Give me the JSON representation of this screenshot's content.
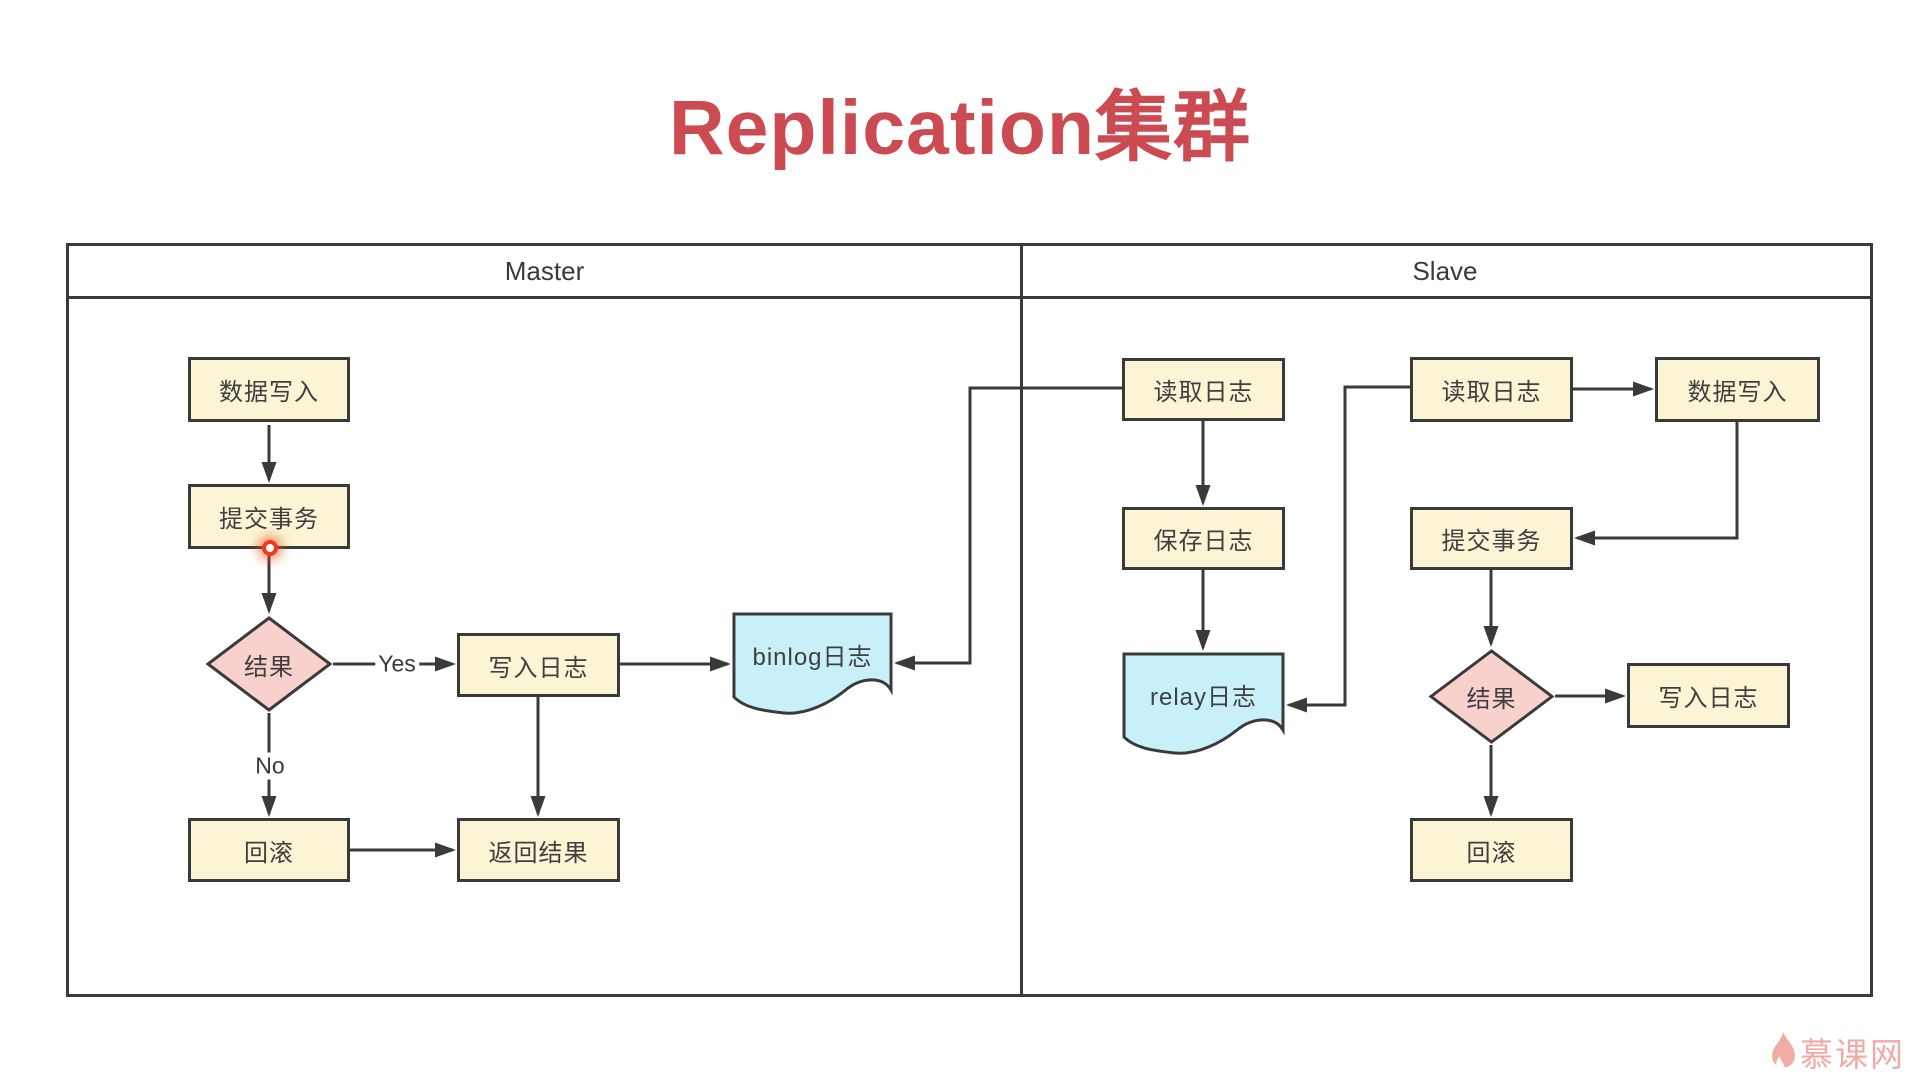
{
  "title": "Replication集群",
  "colors": {
    "title_red": "#cc4b52",
    "node_yellow": "#fbf5d5",
    "node_pink": "#f8d1cd",
    "node_blue": "#c8f0f9",
    "line_dark": "#3a3a3a",
    "watermark_pink": "#f0aba6",
    "dot_red": "#f03a1d"
  },
  "lanes": {
    "master": "Master",
    "slave": "Slave"
  },
  "master": {
    "data_write": "数据写入",
    "commit": "提交事务",
    "result": "结果",
    "write_log": "写入日志",
    "binlog": "binlog日志",
    "rollback": "回滚",
    "return_result": "返回结果",
    "yes_label": "Yes",
    "no_label": "No"
  },
  "slave": {
    "read_log_1": "读取日志",
    "save_log": "保存日志",
    "relay": "relay日志",
    "read_log_2": "读取日志",
    "data_write": "数据写入",
    "commit": "提交事务",
    "result": "结果",
    "write_log": "写入日志",
    "rollback": "回滚"
  },
  "watermark": {
    "text": "慕课网"
  }
}
